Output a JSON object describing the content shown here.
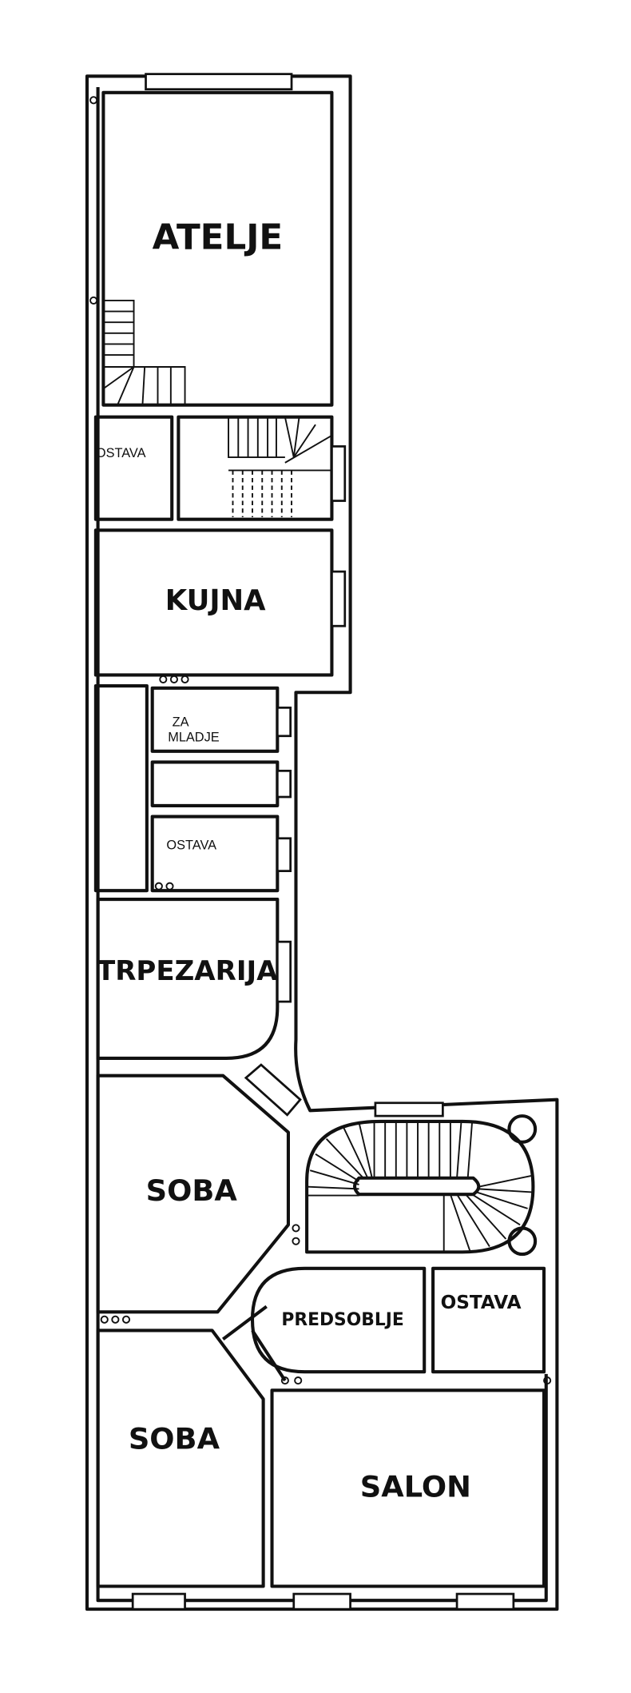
{
  "plan": {
    "rooms": {
      "atelje": "ATELJE",
      "ostava_top": "OSTAVA",
      "kujna": "KUJNA",
      "za_mladje_line1": "ZA",
      "za_mladje_line2": "MLADJE",
      "ostava_mid": "OSTAVA",
      "trpezarija": "TRPEZARIJA",
      "soba_upper": "SOBA",
      "predsoblje": "PREDSOBLJE",
      "ostava_right": "OSTAVA",
      "soba_lower": "SOBA",
      "salon": "SALON"
    },
    "colors": {
      "ink": "#111111",
      "paper": "#ffffff"
    }
  }
}
